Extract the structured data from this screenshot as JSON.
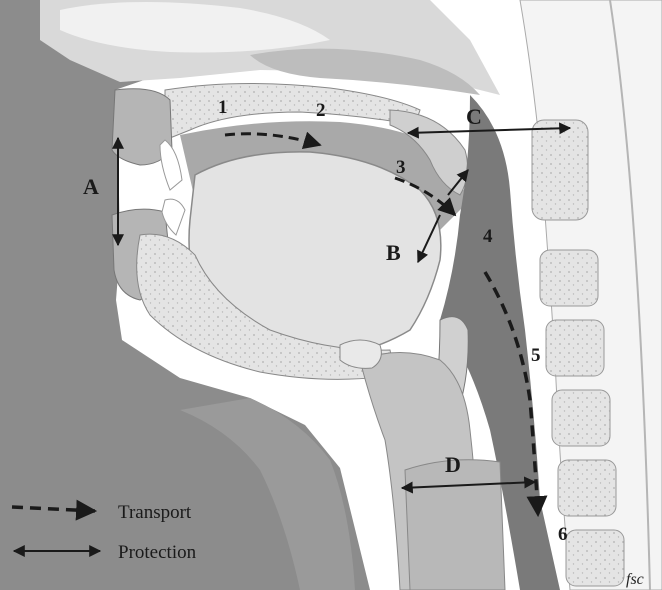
{
  "labels": {
    "A": "A",
    "B": "B",
    "C": "C",
    "D": "D",
    "n1": "1",
    "n2": "2",
    "n3": "3",
    "n4": "4",
    "n5": "5",
    "n6": "6"
  },
  "legend": {
    "transport": "Transport",
    "protection": "Protection"
  },
  "signature": "fsc",
  "colors": {
    "background": "#ffffff",
    "skin": "#8c8c8c",
    "tissue_dark": "#7a7a7a",
    "tissue_mid": "#a3a3a3",
    "bone": "#e6e6e6",
    "pale": "#f2f2f2",
    "ink": "#1a1a1a"
  }
}
